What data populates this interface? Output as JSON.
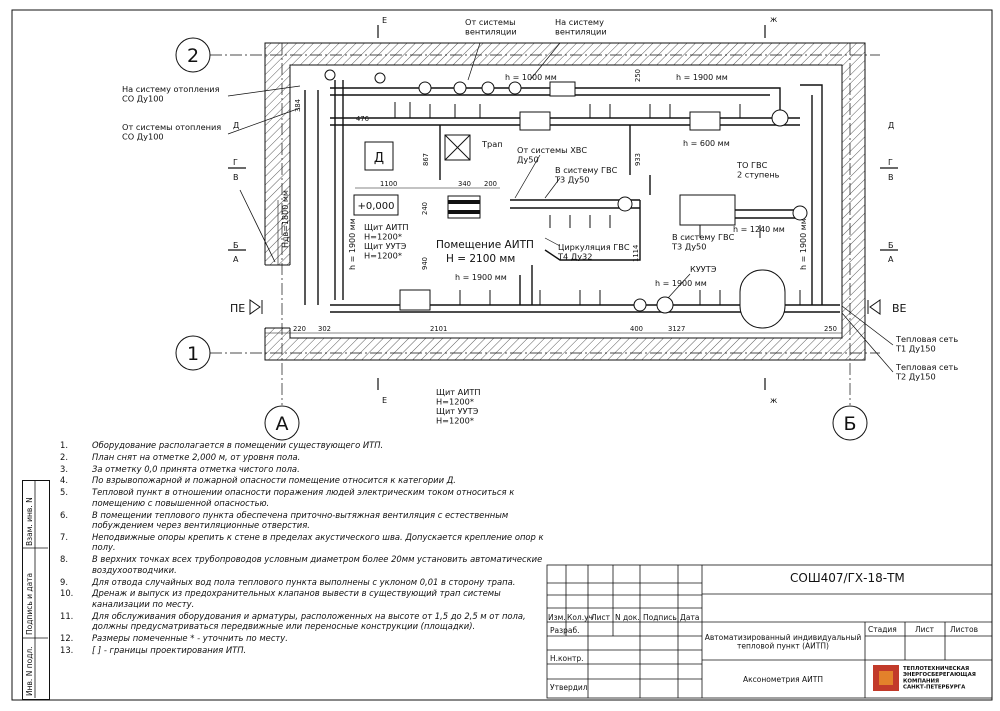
{
  "drawing": {
    "axes": {
      "axis_2": "2",
      "axis_1": "1",
      "axis_a": "А",
      "axis_b": "Б"
    },
    "sections": {
      "g": "Г",
      "v": "В",
      "b": "Б",
      "a": "А",
      "d": "Д",
      "e": "Е",
      "zh": "ж"
    },
    "room": {
      "name": "Помещение АИТП",
      "height": "Н = 2100 мм",
      "category": "Д",
      "level": "+0,000",
      "drain": "Трап"
    },
    "labels": {
      "from_vent": "От системы\nвентиляции",
      "to_vent": "На систему\nвентиляции",
      "to_heating": "На систему отопления\nСО Ду100",
      "from_heating": "От системы отопления\nСО Ду100",
      "from_hvs": "От системы ХВС\nДу50",
      "to_gvs_t3": "В систему ГВС\nТ3 Ду50",
      "circ_gvs": "Циркуляция ГВС\nТ4 Ду32",
      "to_gvs_2": "В систему ГВС\nТ3 Ду50",
      "to_gvs_stage": "ТО ГВС\n2 ступень",
      "kuute": "КУУТЭ",
      "shield_in": "Щит АИТП\nН=1200*\nЩит УУТЭ\nН=1200*",
      "shield_out": "Щит АИТП\nН=1200*\nЩит УУТЭ\nН=1200*",
      "pe": "ПЕ",
      "ve": "ВЕ",
      "t1": "Тепловая сеть\nТ1 Ду150",
      "t2": "Тепловая сеть\nТ2 Ду150"
    },
    "heights": {
      "h1000": "h = 1000 мм",
      "h1900_top": "h = 1900 мм",
      "h600": "h = 600 мм",
      "h1240": "h = 1240 мм",
      "h1900_mid": "h = 1900 мм",
      "h1900_bot": "h = 1900 мм",
      "hvert_left": "h = 1900 мм",
      "hvert_right": "h = 1900 мм",
      "hdv": "Ндв=1800 мм"
    },
    "dims": {
      "d220": "220",
      "d302": "302",
      "d2101": "2101",
      "d400": "400",
      "d3127": "3127",
      "d250b": "250",
      "d1100": "1100",
      "d340": "340",
      "d200": "200",
      "d240": "240",
      "d940": "940",
      "d867": "867",
      "d933": "933",
      "d1114": "1114",
      "d384": "384",
      "d476": "476",
      "d250t": "250"
    }
  },
  "notes": [
    {
      "n": "1.",
      "text": "Оборудование располагается в помещении существующего ИТП."
    },
    {
      "n": "2.",
      "text": "План снят на отметке 2,000 м, от уровня пола."
    },
    {
      "n": "3.",
      "text": "За отметку 0,0 принята отметка чистого пола."
    },
    {
      "n": "4.",
      "text": "По взрывопожарной и пожарной опасности помещение относится к категории Д."
    },
    {
      "n": "5.",
      "text": "Тепловой пункт в отношении опасности поражения людей электрическим током относиться к помещению с повышенной опасностью."
    },
    {
      "n": "6.",
      "text": "В помещении теплового пункта обеспечена приточно-вытяжная вентиляция с естественным побуждением через вентиляционные отверстия."
    },
    {
      "n": "7.",
      "text": "Неподвижные опоры крепить к стене в пределах акустического шва. Допускается крепление опор к полу."
    },
    {
      "n": "8.",
      "text": "В верхних точках всех трубопроводов условным диаметром более 20мм установить автоматические воздухоотводчики."
    },
    {
      "n": "9.",
      "text": "Для отвода случайных вод пола теплового пункта выполнены с уклоном 0,01 в сторону трапа."
    },
    {
      "n": "10.",
      "text": "Дренаж и выпуск из предохранительных клапанов вывести в существующий трап системы канализации по месту."
    },
    {
      "n": "11.",
      "text": "Для обслуживания оборудования и арматуры, расположенных на высоте от 1,5 до 2,5 м от пола, должны предусматриваться передвижные или переносные конструкции (площадки)."
    },
    {
      "n": "12.",
      "text": "Размеры помеченные * - уточнить по месту."
    },
    {
      "n": "13.",
      "text": "[ ] - границы проектирования ИТП."
    }
  ],
  "side_stamp": {
    "inv_sub": "Инв. N подл.",
    "sign_date": "Подпись и дата",
    "vzam": "Взам. инв. N"
  },
  "title_block": {
    "code": "СОШ407/ГХ-18-ТМ",
    "cols": [
      "Изм.",
      "Кол.уч",
      "Лист",
      "N док.",
      "Подпись",
      "Дата"
    ],
    "roles": [
      "Разраб.",
      "Н.контр.",
      "Утвердил"
    ],
    "project": "Автоматизированный индивидуальный\nтепловой пункт (АИТП)",
    "sheet_name": "Аксонометрия АИТП",
    "stage": "Стадия",
    "sheet": "Лист",
    "sheets": "Листов",
    "org": "ТЕПЛОТЕХНИЧЕСКАЯ\nЭНЕРГОСБЕРЕГАЮЩАЯ\nКОМПАНИЯ\nСАНКТ-ПЕТЕРБУРГА"
  },
  "colors": {
    "ink": "#111111",
    "org_red": "#c23a2a",
    "org_orange": "#e3812b"
  }
}
